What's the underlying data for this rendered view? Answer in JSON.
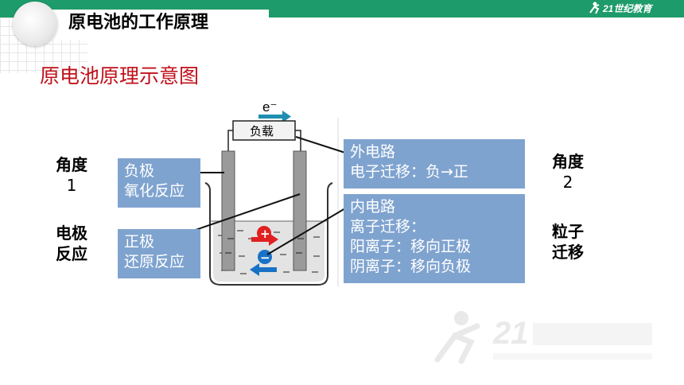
{
  "header": {
    "title": "原电池的工作原理",
    "logo_text": "21世纪教育",
    "bar_color": "#1e9b6a"
  },
  "subtitle": "原电池原理示意图",
  "diagram": {
    "electron_label": "e⁻",
    "load_label": "负载",
    "plus_sign": "+",
    "minus_sign": "−"
  },
  "left_labels": {
    "angle1_line1": "角度",
    "angle1_line2": "1",
    "topic_line1": "电极",
    "topic_line2": "反应"
  },
  "right_labels": {
    "angle2_line1": "角度",
    "angle2_line2": "2",
    "topic_line1": "粒子",
    "topic_line2": "迁移"
  },
  "boxes": {
    "negative": [
      "负极",
      "氧化反应"
    ],
    "positive": [
      "正极",
      "还原反应"
    ],
    "external": [
      "外电路",
      "电子迁移：负→正"
    ],
    "internal": [
      "内电路",
      "离子迁移：",
      "阳离子：移向正极",
      "阴离子：移向负极"
    ]
  },
  "colors": {
    "title_red": "#c0111a",
    "box_blue": "#7fa3cf",
    "cation_red": "#e02020",
    "anion_blue": "#1a72c6",
    "arrow_teal": "#1f8fb0"
  }
}
